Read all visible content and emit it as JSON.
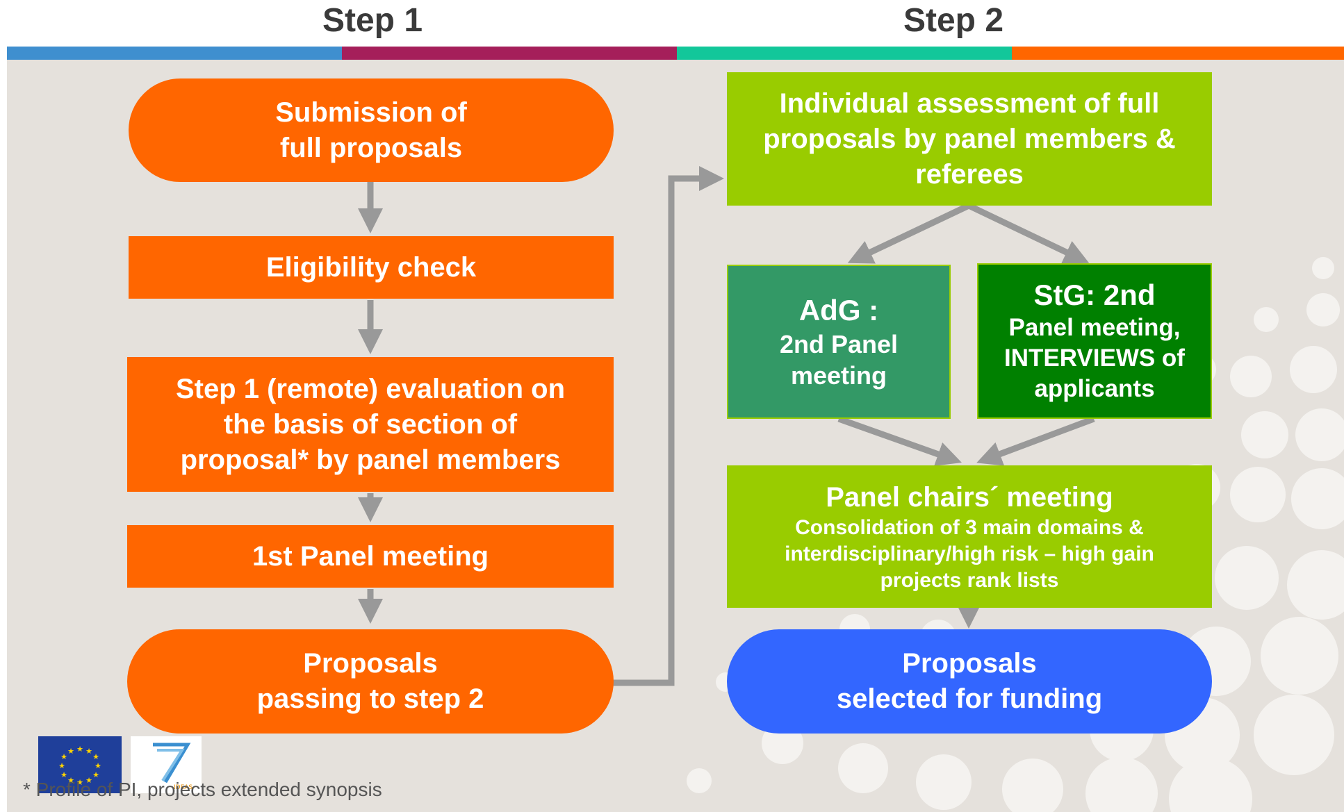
{
  "steps": {
    "step1": "Step 1",
    "step2": "Step 2"
  },
  "colors": {
    "bar1": "#3f8fcf",
    "bar2": "#a51f5a",
    "bar3": "#12c79a",
    "bar4": "#ff6600",
    "orange": "#ff6600",
    "lime": "#99cc00",
    "teal": "#339966",
    "dark_green": "#008000",
    "blue": "#3366ff",
    "arrow": "#999999",
    "background": "#e5e1dc"
  },
  "step1_flow": {
    "submission": [
      "Submission of",
      "full proposals"
    ],
    "eligibility": "Eligibility check",
    "remote_eval": [
      "Step 1 (remote) evaluation on",
      "the basis of section of",
      "proposal* by panel members"
    ],
    "first_panel": "1st Panel meeting",
    "passing": [
      "Proposals",
      "passing to step 2"
    ]
  },
  "step2_flow": {
    "individual": [
      "Individual assessment of full",
      "proposals by panel members &",
      "referees"
    ],
    "adg": {
      "title": "AdG :",
      "lines": [
        "2nd Panel",
        "meeting"
      ]
    },
    "stg": {
      "title": "StG: 2nd",
      "lines": [
        "Panel meeting,",
        "INTERVIEWS of",
        "applicants"
      ]
    },
    "chairs": {
      "title": "Panel chairs´ meeting",
      "lines": [
        "Consolidation of 3 main domains &",
        "interdisciplinary/high risk – high gain",
        "projects rank lists"
      ]
    },
    "selected": [
      "Proposals",
      "selected for funding"
    ]
  },
  "footnote": "* Profile of PI, projects extended synopsis",
  "logos": {
    "eu_flag": "eu-flag-icon",
    "fp7": "fp7-ideas-logo",
    "fp7_text": "IDEAS"
  }
}
